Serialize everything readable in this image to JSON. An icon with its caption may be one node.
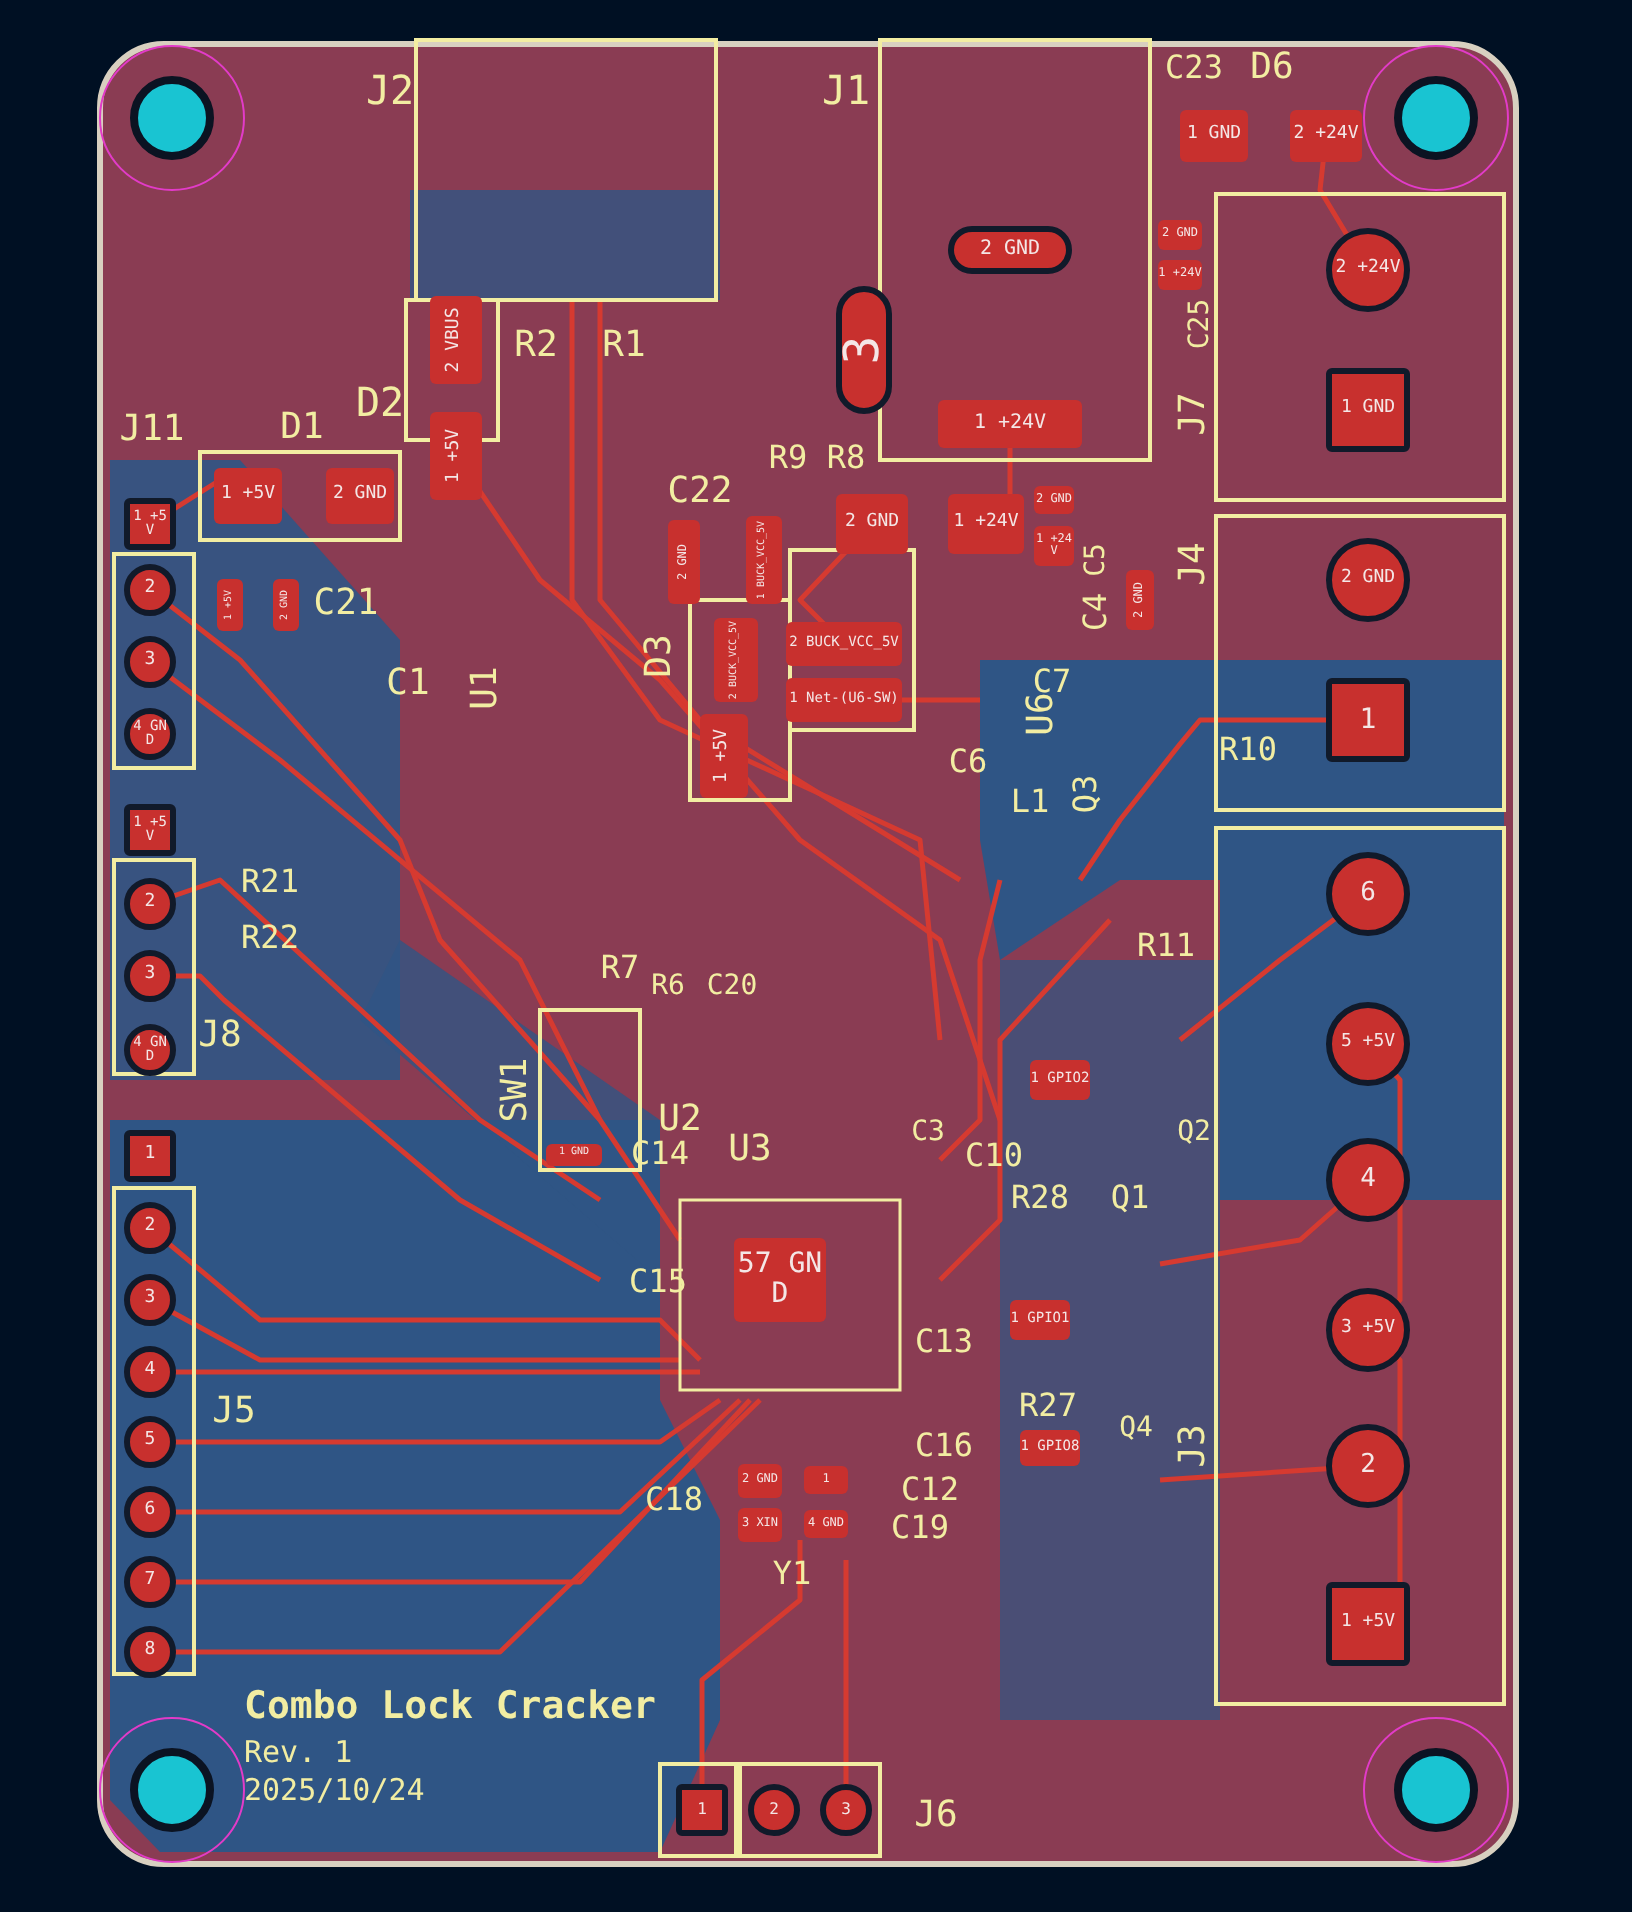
{
  "diagram": {
    "labels": [
      "J2",
      "J1",
      "C23",
      "D6",
      "1 GND",
      "2 +24V",
      "2 GND",
      "3",
      "1 +24V",
      "2 GND",
      "1 +24V",
      "C25",
      "J7",
      "J4",
      "2 +24V",
      "1 GND",
      "2 GND",
      "1",
      "D2",
      "2 VBUS",
      "1 +5V",
      "R2",
      "R1",
      "R9",
      "R8",
      "C22",
      "2 GND",
      "1 BUCK_VCC_5V",
      "2 GND",
      "1 +24V",
      "2 GND",
      "1 +24V",
      "C5",
      "2 BUCK_VCC_5V",
      "1 Net-(U6-SW)",
      "D3",
      "2 BUCK_VCC_5V",
      "1 +5V",
      "C4",
      "2 GND",
      "U6",
      "C7",
      "C6",
      "L1",
      "Q3",
      "R10",
      "J11",
      "D1",
      "1 +5V",
      "2 GND",
      "1 +5V",
      "2 GND",
      "C21",
      "C1",
      "U1",
      "1 +5V",
      "2",
      "3",
      "4 GND",
      "1 +5V",
      "2",
      "3",
      "4 GND",
      "R21",
      "R22",
      "J8",
      "R7",
      "R6",
      "C20",
      "SW1",
      "1 GND",
      "U2",
      "C14",
      "U3",
      "C3",
      "C10",
      "C15",
      "57 GND",
      "C13",
      "R11",
      "1 GPIO2",
      "Q2",
      "R28",
      "Q1",
      "1 GPIO1",
      "J3",
      "6",
      "5 +5V",
      "4",
      "3 +5V",
      "2",
      "1 +5V",
      "R27",
      "Q4",
      "1 GPIO8",
      "C16",
      "C12",
      "C19",
      "C18",
      "Y1",
      "2 GND",
      "3 XIN",
      "1",
      "4 GND",
      "J5",
      "1",
      "2",
      "3",
      "4",
      "5",
      "6",
      "7",
      "8",
      "Combo Lock Cracker",
      "Rev. 1",
      "2025/10/24",
      "J6",
      "1",
      "2",
      "3"
    ]
  }
}
